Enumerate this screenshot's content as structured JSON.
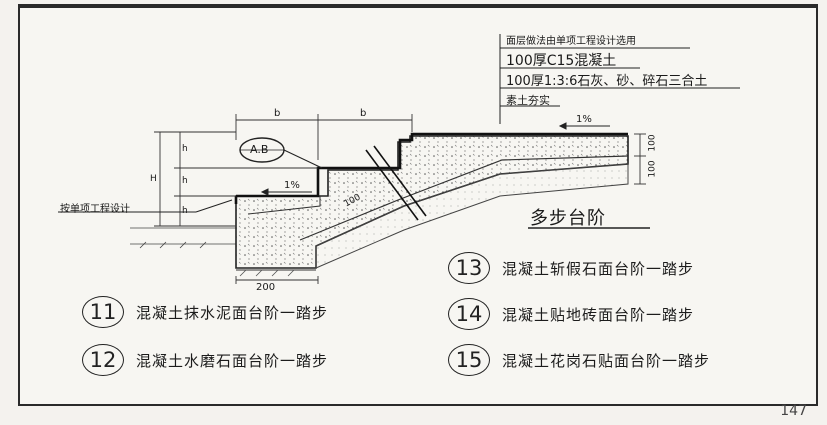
{
  "drawing": {
    "spec_note": "面层做法由单项工程设计选用",
    "layer_1": "100厚C15混凝土",
    "layer_2": "100厚1:3:6石灰、砂、碎石三合土",
    "layer_3": "素土夯实",
    "left_note": "按单项工程设计",
    "slope_1": "1%",
    "slope_2": "1%",
    "dim_b1": "b",
    "dim_b2": "b",
    "dim_200": "200",
    "dim_100a": "100",
    "dim_100b": "100",
    "dim_100c": "100",
    "dim_h1": "h",
    "dim_h2": "h",
    "dim_h3": "h",
    "dim_H": "H",
    "callout": "A.B",
    "title": "多步台阶"
  },
  "items": [
    {
      "num": "11",
      "text": "混凝土抹水泥面台阶一踏步"
    },
    {
      "num": "12",
      "text": "混凝土水磨石面台阶一踏步"
    },
    {
      "num": "13",
      "text": "混凝土斩假石面台阶一踏步"
    },
    {
      "num": "14",
      "text": "混凝土贴地砖面台阶一踏步"
    },
    {
      "num": "15",
      "text": "混凝土花岗石贴面台阶一踏步"
    }
  ],
  "page_number": "147"
}
